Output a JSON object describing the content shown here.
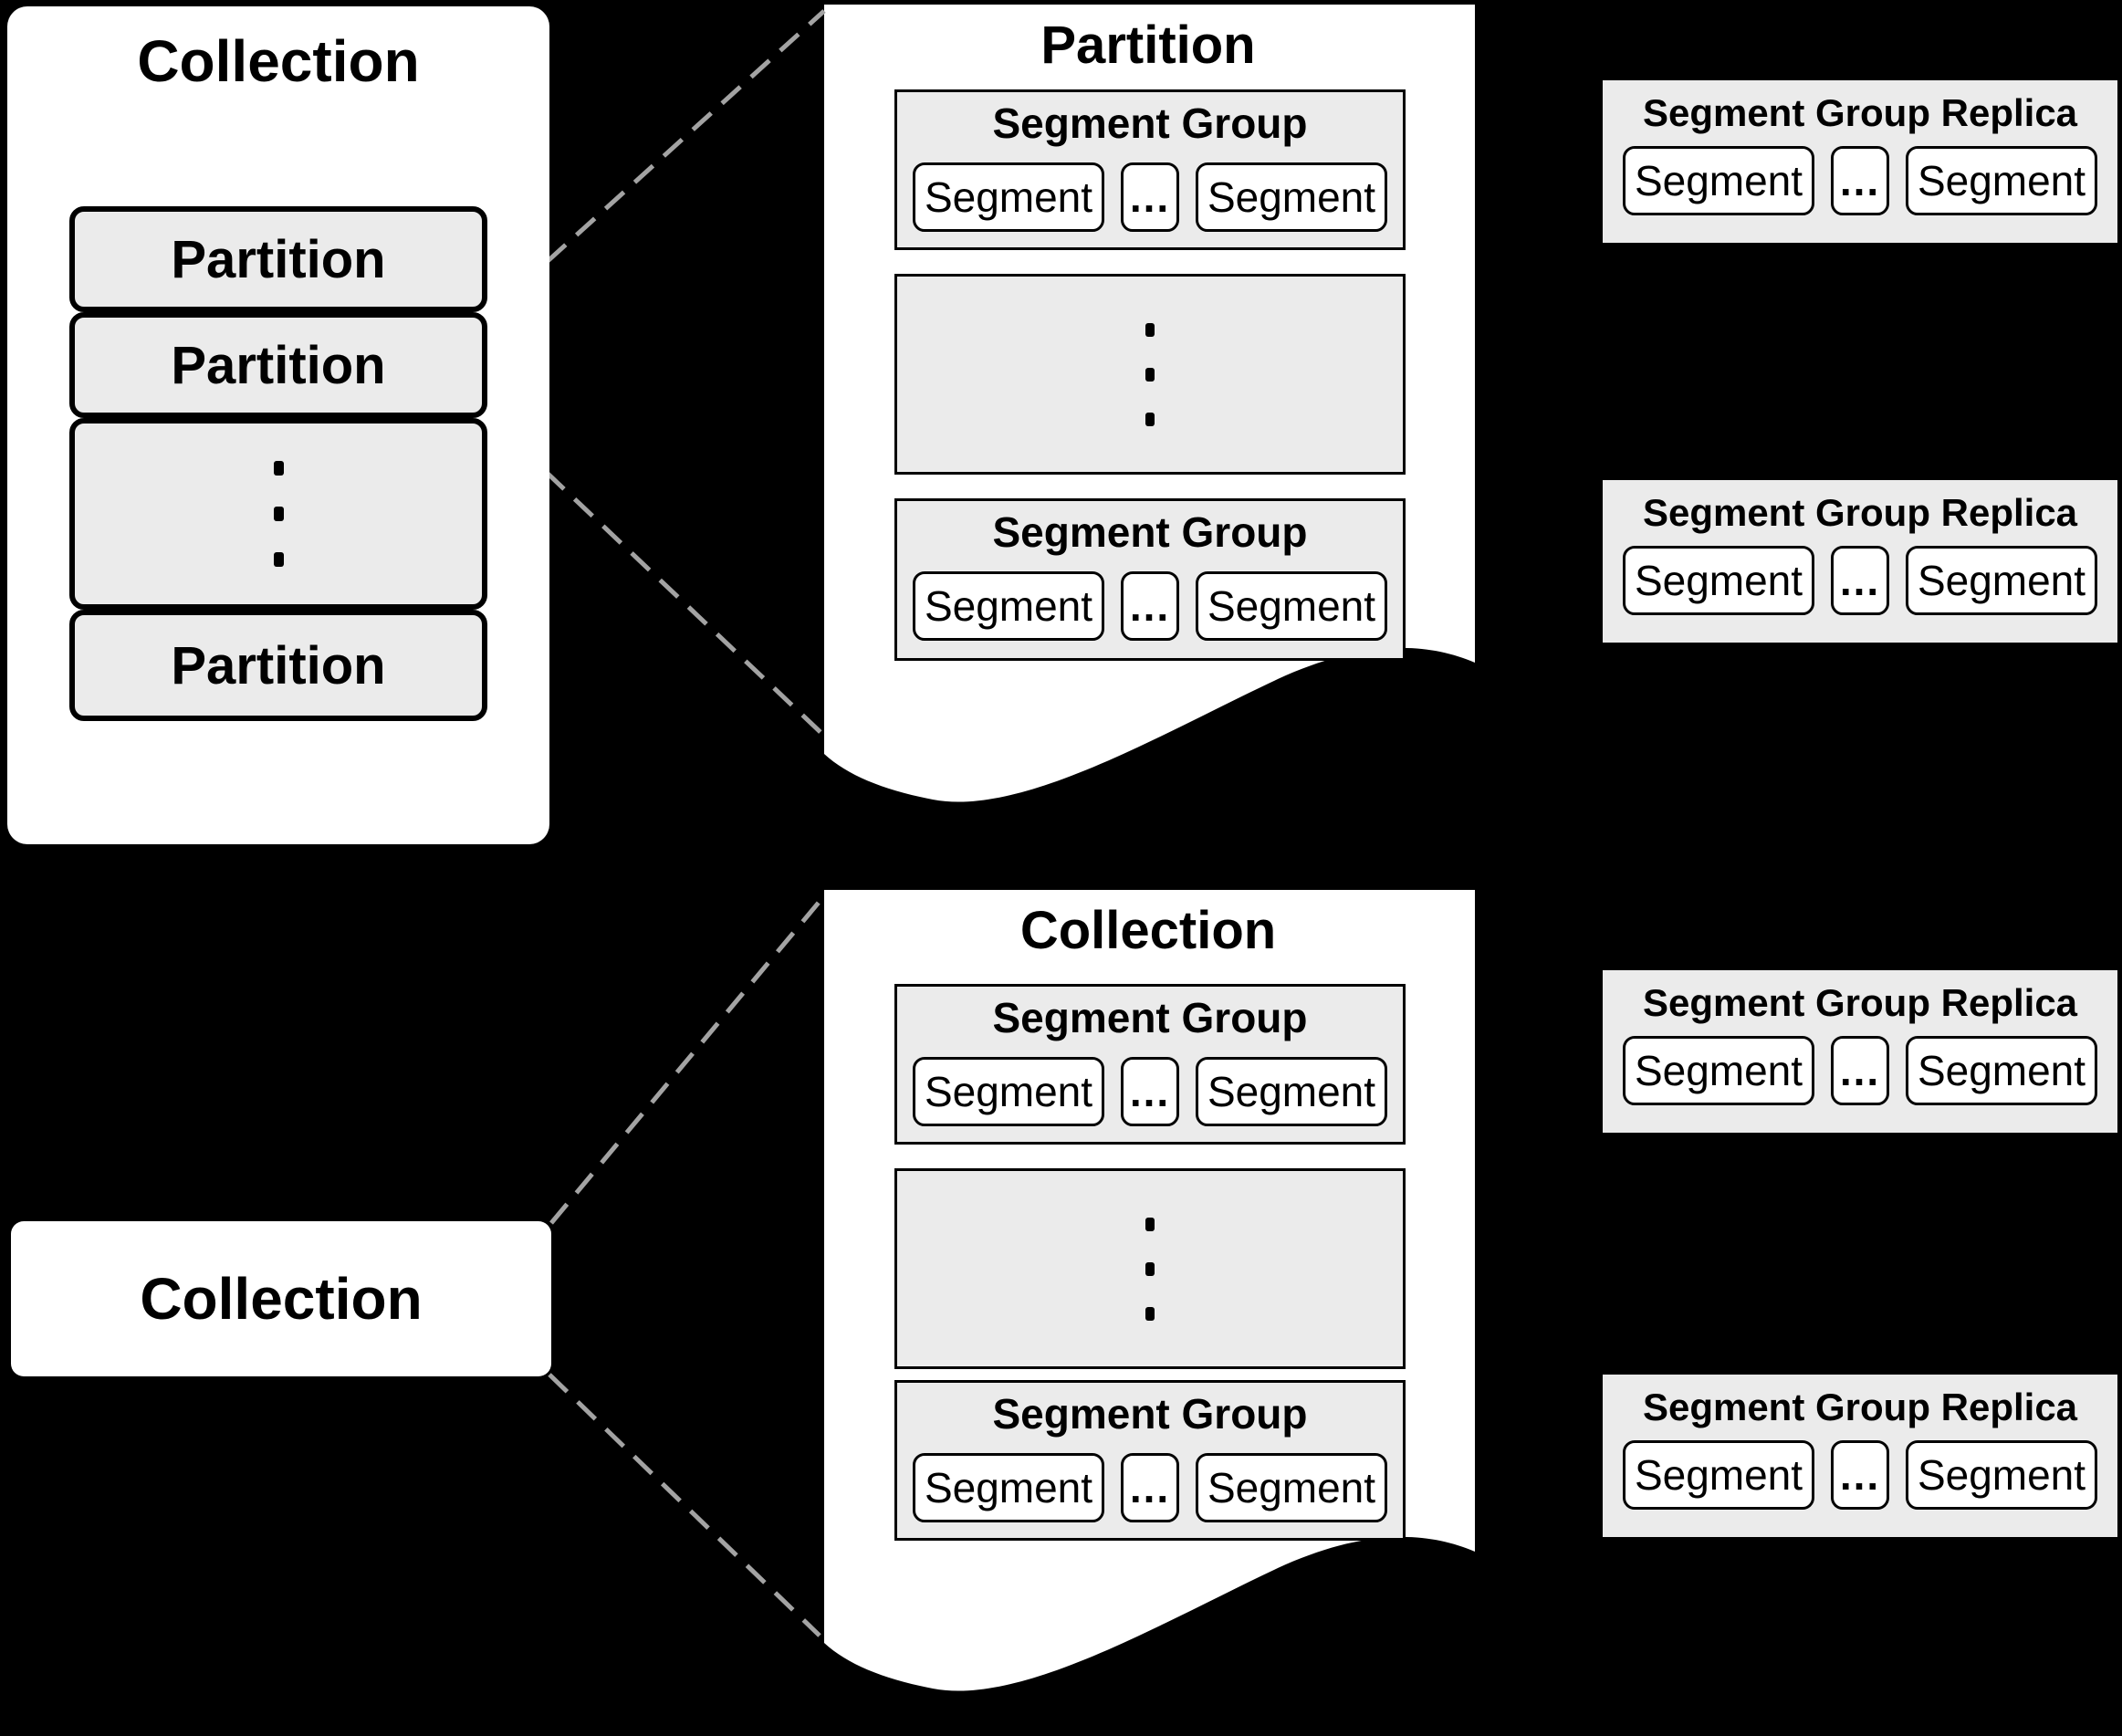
{
  "colors": {
    "background": "#000000",
    "sheet": "#ffffff",
    "box_fill": "#ebebeb",
    "outline": "#000000",
    "connector": "#a3a3a3"
  },
  "top_left_panel": {
    "title": "Collection",
    "partitions": [
      "Partition",
      "Partition",
      "Partition"
    ]
  },
  "partition_sheet": {
    "title": "Partition",
    "groups": [
      {
        "title": "Segment Group",
        "segment_left": "Segment",
        "ellipsis": "...",
        "segment_right": "Segment"
      },
      {
        "title": "Segment Group",
        "segment_left": "Segment",
        "ellipsis": "...",
        "segment_right": "Segment"
      }
    ]
  },
  "collection_box": {
    "title": "Collection"
  },
  "collection_sheet": {
    "title": "Collection",
    "groups": [
      {
        "title": "Segment Group",
        "segment_left": "Segment",
        "ellipsis": "...",
        "segment_right": "Segment"
      },
      {
        "title": "Segment Group",
        "segment_left": "Segment",
        "ellipsis": "...",
        "segment_right": "Segment"
      }
    ]
  },
  "replicas": [
    {
      "title": "Segment Group Replica",
      "segment_left": "Segment",
      "ellipsis": "...",
      "segment_right": "Segment"
    },
    {
      "title": "Segment Group Replica",
      "segment_left": "Segment",
      "ellipsis": "...",
      "segment_right": "Segment"
    },
    {
      "title": "Segment Group Replica",
      "segment_left": "Segment",
      "ellipsis": "...",
      "segment_right": "Segment"
    },
    {
      "title": "Segment Group Replica",
      "segment_left": "Segment",
      "ellipsis": "...",
      "segment_right": "Segment"
    }
  ]
}
